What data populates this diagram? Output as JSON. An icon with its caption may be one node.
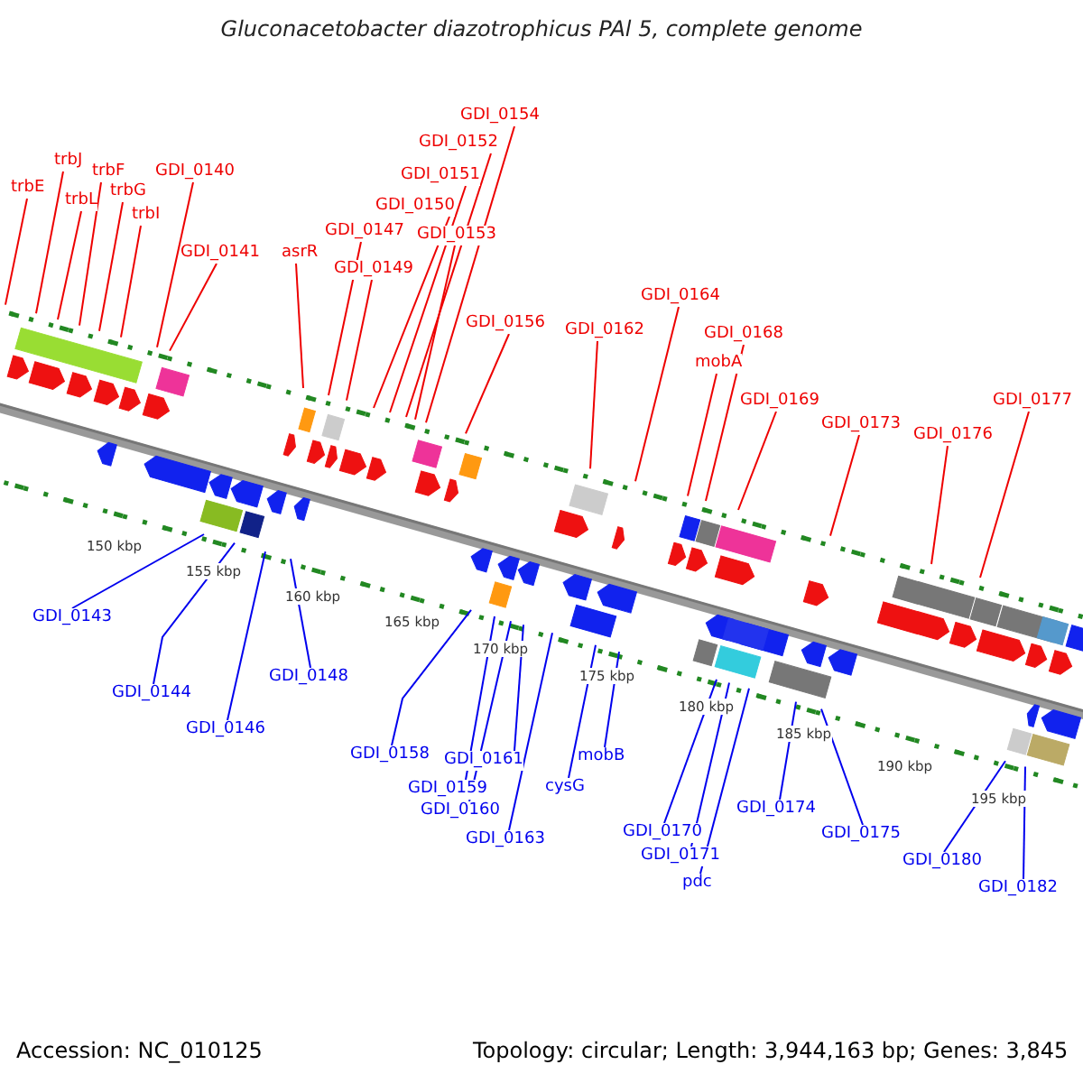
{
  "diagram": {
    "title": "Gluconacetobacter diazotrophicus PAl 5, complete genome",
    "nodes": [
      {
        "text": [
          "trbE"
        ]
      },
      {
        "text": [
          "trbJ"
        ]
      },
      {
        "text": [
          "trbL"
        ]
      },
      {
        "text": [
          "trbF"
        ]
      },
      {
        "text": [
          "trbG"
        ]
      },
      {
        "text": [
          "trbI"
        ]
      },
      {
        "text": [
          "GDI_0140"
        ]
      },
      {
        "text": [
          "GDI_0141"
        ]
      },
      {
        "text": [
          "asrR"
        ]
      },
      {
        "text": [
          "GDI_0147"
        ]
      },
      {
        "text": [
          "GDI_0149"
        ]
      },
      {
        "text": [
          "GDI_0150"
        ]
      },
      {
        "text": [
          "GDI_0151"
        ]
      },
      {
        "text": [
          "GDI_0152"
        ]
      },
      {
        "text": [
          "GDI_0153"
        ]
      },
      {
        "text": [
          "GDI_0154"
        ]
      },
      {
        "text": [
          "GDI_0156"
        ]
      },
      {
        "text": [
          "GDI_0162"
        ]
      },
      {
        "text": [
          "GDI_0164"
        ]
      },
      {
        "text": [
          "mobA"
        ]
      },
      {
        "text": [
          "GDI_0168"
        ]
      },
      {
        "text": [
          "GDI_0169"
        ]
      },
      {
        "text": [
          "GDI_0173"
        ]
      },
      {
        "text": [
          "GDI_0176"
        ]
      },
      {
        "text": [
          "GDI_0177"
        ]
      },
      {
        "text": [
          "GDI_0143"
        ]
      },
      {
        "text": [
          "GDI_0144"
        ]
      },
      {
        "text": [
          "GDI_0146"
        ]
      },
      {
        "text": [
          "GDI_0148"
        ]
      },
      {
        "text": [
          "GDI_0158"
        ]
      },
      {
        "text": [
          "GDI_0161"
        ]
      },
      {
        "text": [
          "GDI_0159"
        ]
      },
      {
        "text": [
          "GDI_0160"
        ]
      },
      {
        "text": [
          "GDI_0163"
        ]
      },
      {
        "text": [
          "cysG"
        ]
      },
      {
        "text": [
          "mobB"
        ]
      },
      {
        "text": [
          "GDI_0170"
        ]
      },
      {
        "text": [
          "GDI_0171"
        ]
      },
      {
        "text": [
          "pdc"
        ]
      },
      {
        "text": [
          "GDI_0174"
        ]
      },
      {
        "text": [
          "GDI_0175"
        ]
      },
      {
        "text": [
          "GDI_0180"
        ]
      },
      {
        "text": [
          "GDI_0182"
        ]
      }
    ],
    "edges": [
      {
        "from": 0,
        "to": null,
        "arrow": "none"
      },
      {
        "from": 1,
        "to": null,
        "arrow": "none"
      },
      {
        "from": 2,
        "to": null,
        "arrow": "none"
      },
      {
        "from": 3,
        "to": null,
        "arrow": "none"
      },
      {
        "from": 4,
        "to": null,
        "arrow": "none"
      },
      {
        "from": 5,
        "to": null,
        "arrow": "none"
      },
      {
        "from": 6,
        "to": null,
        "arrow": "none"
      },
      {
        "from": 7,
        "to": null,
        "arrow": "none"
      },
      {
        "from": 8,
        "to": null,
        "arrow": "none"
      },
      {
        "from": 9,
        "to": null,
        "arrow": "none"
      },
      {
        "from": 10,
        "to": null,
        "arrow": "none"
      },
      {
        "from": 11,
        "to": null,
        "arrow": "none"
      },
      {
        "from": 12,
        "to": null,
        "arrow": "none"
      },
      {
        "from": 13,
        "to": null,
        "arrow": "none"
      },
      {
        "from": 14,
        "to": null,
        "arrow": "none"
      },
      {
        "from": 15,
        "to": null,
        "arrow": "none"
      },
      {
        "from": 16,
        "to": null,
        "arrow": "none"
      },
      {
        "from": 17,
        "to": null,
        "arrow": "none"
      },
      {
        "from": 18,
        "to": null,
        "arrow": "none"
      },
      {
        "from": 19,
        "to": null,
        "arrow": "none"
      },
      {
        "from": 20,
        "to": null,
        "arrow": "none"
      },
      {
        "from": 21,
        "to": null,
        "arrow": "none"
      },
      {
        "from": 22,
        "to": null,
        "arrow": "none"
      },
      {
        "from": 23,
        "to": null,
        "arrow": "none"
      },
      {
        "from": 24,
        "to": null,
        "arrow": "none"
      },
      {
        "from": 25,
        "to": null,
        "arrow": "none",
        "color": "#0000ee"
      },
      {
        "from": 26,
        "to": null,
        "arrow": "none",
        "color": "#0000ee"
      },
      {
        "from": 27,
        "to": null,
        "arrow": "none",
        "color": "#0000ee"
      },
      {
        "from": 28,
        "to": null,
        "arrow": "none",
        "color": "#0000ee"
      },
      {
        "from": 29,
        "to": null,
        "arrow": "none",
        "color": "#0000ee"
      },
      {
        "from": 30,
        "to": null,
        "arrow": "none",
        "color": "#0000ee"
      },
      {
        "from": 31,
        "to": null,
        "arrow": "none",
        "color": "#0000ee"
      },
      {
        "from": 32,
        "to": null,
        "arrow": "none",
        "color": "#0000ee"
      },
      {
        "from": 33,
        "to": null,
        "arrow": "none",
        "color": "#0000ee"
      },
      {
        "from": 34,
        "to": null,
        "arrow": "none",
        "color": "#0000ee"
      },
      {
        "from": 35,
        "to": null,
        "arrow": "none",
        "color": "#0000ee"
      },
      {
        "from": 36,
        "to": null,
        "arrow": "none",
        "color": "#0000ee"
      },
      {
        "from": 37,
        "to": null,
        "arrow": "none",
        "color": "#0000ee"
      },
      {
        "from": 38,
        "to": null,
        "arrow": "none",
        "color": "#0000ee"
      },
      {
        "from": 39,
        "to": null,
        "arrow": "none",
        "color": "#0000ee"
      },
      {
        "from": 40,
        "to": null,
        "arrow": "none",
        "color": "#0000ee"
      },
      {
        "from": 41,
        "to": null,
        "arrow": "none",
        "color": "#0000ee"
      },
      {
        "from": 42,
        "to": null,
        "arrow": "none",
        "color": "#0000ee"
      }
    ],
    "labels": [
      "150 kbp",
      "155 kbp",
      "160 kbp",
      "165 kbp",
      "170 kbp",
      "175 kbp",
      "180 kbp",
      "185 kbp",
      "190 kbp",
      "195 kbp",
      "Accession: NC_010125",
      "Topology: circular; Length: 3,944,163 bp; Genes: 3,845"
    ]
  }
}
